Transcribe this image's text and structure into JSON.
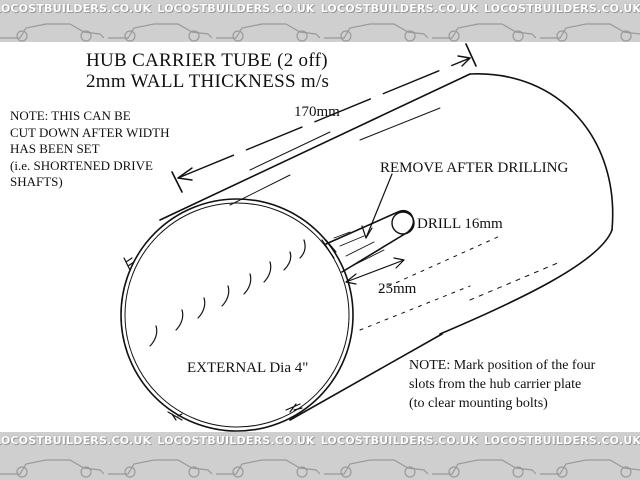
{
  "watermark": {
    "text": "LOCOSTBUILDERS.CO.UK",
    "repeat": 6
  },
  "title": {
    "line1": "HUB CARRIER TUBE (2 off)",
    "line2": "2mm WALL THICKNESS m/s"
  },
  "note_left": [
    "NOTE:  THIS CAN BE",
    "CUT DOWN AFTER WIDTH",
    "HAS BEEN SET",
    "(i.e. SHORTENED DRIVE",
    "SHAFTS)"
  ],
  "labels": {
    "length": "170mm",
    "remove": "REMOVE AFTER DRILLING",
    "drill": "DRILL 16mm",
    "slot_length": "25mm",
    "external_dia": "EXTERNAL Dia 4\""
  },
  "note_right": [
    "NOTE:  Mark position of the four",
    "slots from the hub carrier plate",
    "(to clear mounting bolts)"
  ],
  "colors": {
    "ink": "#111111",
    "band": "#cfcfcf",
    "watermark": "#ffffff"
  }
}
